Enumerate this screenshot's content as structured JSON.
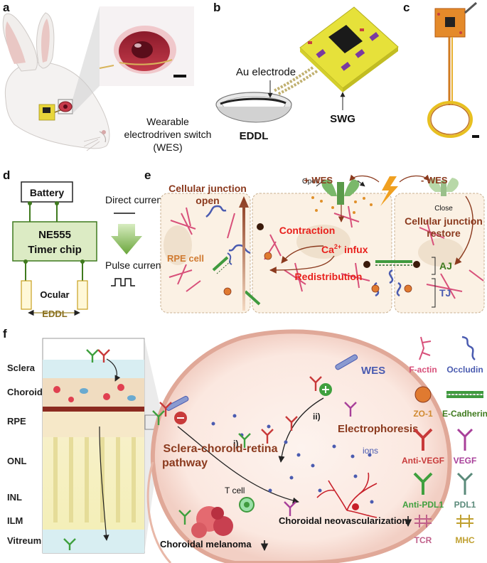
{
  "panels": {
    "a": "a",
    "b": "b",
    "c": "c",
    "d": "d",
    "e": "e",
    "f": "f"
  },
  "panel_a": {
    "wes_line1": "Wearable",
    "wes_line2": "electrodriven switch",
    "wes_line3": "(WES)"
  },
  "panel_b": {
    "au_electrode": "Au electrode",
    "eddl": "EDDL",
    "swg": "SWG"
  },
  "panel_d": {
    "battery": "Battery",
    "direct_current": "Direct current",
    "chip_line1": "NE555",
    "chip_line2": "Timer chip",
    "pulse_current": "Pulse current",
    "ocular": "Ocular",
    "eddl": "EDDL"
  },
  "panel_e": {
    "junction_open_1": "Cellular junction",
    "junction_open_2": "open",
    "plus_wes": "+ WES",
    "minus_wes": "- WES",
    "open": "Open",
    "close": "Close",
    "contraction": "Contraction",
    "ca_influx": "Ca",
    "ca_sup": "2+",
    "ca_influx_tail": " infux",
    "redistribution": "Redistribution",
    "rpe_cell": "RPE cell",
    "restore_1": "Cellular junction",
    "restore_2": "restore",
    "aj": "AJ",
    "tj": "TJ"
  },
  "panel_f": {
    "layers": [
      "Sclera",
      "Choroid",
      "RPE",
      "ONL",
      "INL",
      "ILM",
      "Vitreum"
    ],
    "wes": "WES",
    "pathway_i": "i)",
    "pathway_ii": "ii)",
    "electrophoresis": "Electrophoresis",
    "sclera_pathway_1": "Sclera-choroid-retina",
    "sclera_pathway_2": "pathway",
    "t_cell": "T cell",
    "ions": "ions",
    "cnv": "Choroidal neovascularization",
    "melanoma": "Choroidal melanoma",
    "legend": {
      "factin": "F-actin",
      "occludin": "Occludin",
      "zo1": "ZO-1",
      "ecadherin": "E-Cadherin",
      "anti_vegf": "Anti-VEGF",
      "vegf": "VEGF",
      "anti_pdl1": "Anti-PDL1",
      "pdl1": "PDL1",
      "tcr": "TCR",
      "mhc": "MHC"
    }
  },
  "colors": {
    "brown": "#8b3a1e",
    "red": "#e8201c",
    "green": "#3f7a1e",
    "blue": "#4a5bb0",
    "cell_bg": "#fbf1e4",
    "chip_bg": "#dcebc4"
  }
}
